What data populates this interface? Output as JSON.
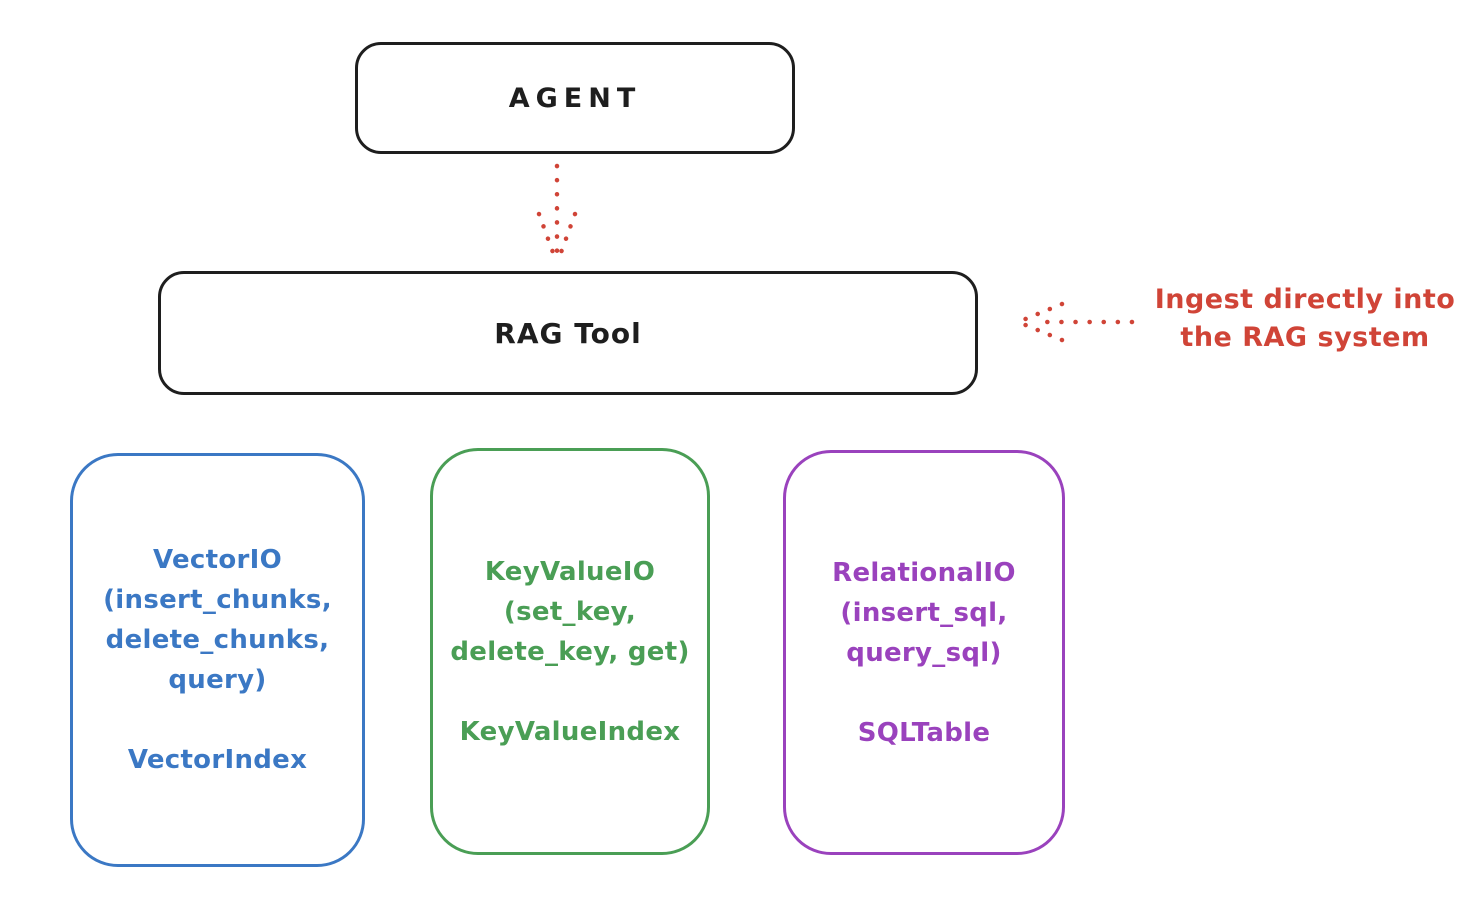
{
  "diagram": {
    "agent": {
      "label": "AGENT"
    },
    "rag_tool": {
      "label": "RAG Tool"
    },
    "annotation": {
      "line1": "Ingest directly into",
      "line2": "the RAG system"
    },
    "backends": [
      {
        "id": "vector",
        "lines": [
          "VectorIO",
          "(insert_chunks,",
          "delete_chunks,",
          "query)"
        ],
        "index": "VectorIndex",
        "color": "#3b78c4"
      },
      {
        "id": "keyvalue",
        "lines": [
          "KeyValueIO",
          "(set_key,",
          "delete_key, get)"
        ],
        "index": "KeyValueIndex",
        "color": "#4a9e55"
      },
      {
        "id": "relational",
        "lines": [
          "RelationalIO",
          "(insert_sql,",
          "query_sql)"
        ],
        "index": "SQLTable",
        "color": "#9a42bd"
      }
    ],
    "colors": {
      "ink": "#1e1e1e",
      "red": "#d04437",
      "blue": "#3b78c4",
      "green": "#4a9e55",
      "purple": "#9a42bd",
      "background": "#ffffff"
    }
  }
}
